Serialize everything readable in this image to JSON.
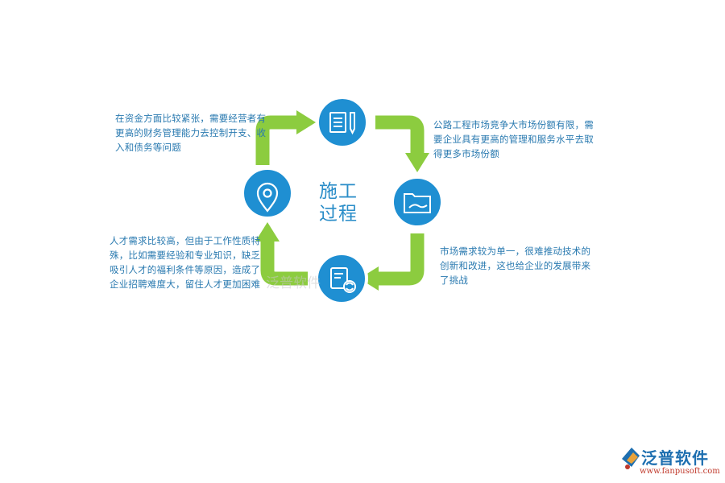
{
  "center": {
    "line1": "施工",
    "line2": "过程"
  },
  "notes": {
    "top_left": "在资金方面比较紧张，需要经营者有更高的财务管理能力去控制开支、收入和债务等问题",
    "top_right": "公路工程市场竞争大市场份额有限，需要企业具有更高的管理和服务水平去取得更多市场份额",
    "bottom_right": "市场需求较为单一，很难推动技术的创新和改进，这也给企业的发展带来了挑战",
    "bottom_left": "人才需求比较高，但由于工作性质特殊，比如需要经验和专业知识，缺乏吸引人才的福利条件等原因，造成了企业招聘难度大，留住人才更加困难"
  },
  "icons": {
    "top": "document-pen-icon",
    "right": "folder-icon",
    "bottom": "refresh-document-icon",
    "left": "location-pin-icon"
  },
  "watermark": "泛普软件",
  "brand": {
    "name": "泛普软件",
    "url": "www.fanpusoft.com"
  },
  "colors": {
    "circle": "#1f8fd2",
    "arrow": "#8ccc3f",
    "text": "#2a7ab0"
  }
}
